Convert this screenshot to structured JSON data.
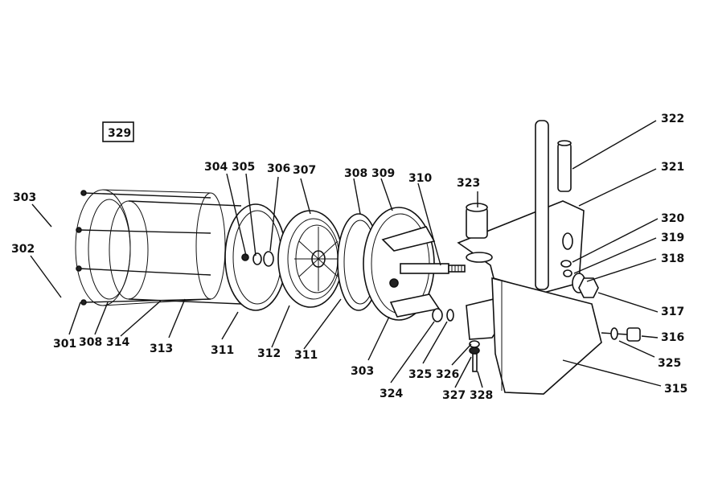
{
  "diagram": {
    "box_label": "329",
    "callouts": {
      "c301": "301",
      "c302": "302",
      "c303": "303",
      "c303b": "303",
      "c304": "304",
      "c305": "305",
      "c306": "306",
      "c307": "307",
      "c308": "308",
      "c308b": "308",
      "c309": "309",
      "c310": "310",
      "c311": "311",
      "c311b": "311",
      "c312": "312",
      "c313": "313",
      "c314": "314",
      "c315": "315",
      "c316": "316",
      "c317": "317",
      "c318": "318",
      "c319": "319",
      "c320": "320",
      "c321": "321",
      "c322": "322",
      "c323": "323",
      "c324": "324",
      "c325": "325",
      "c325b": "325",
      "c326": "326",
      "c327": "327",
      "c328": "328"
    }
  }
}
